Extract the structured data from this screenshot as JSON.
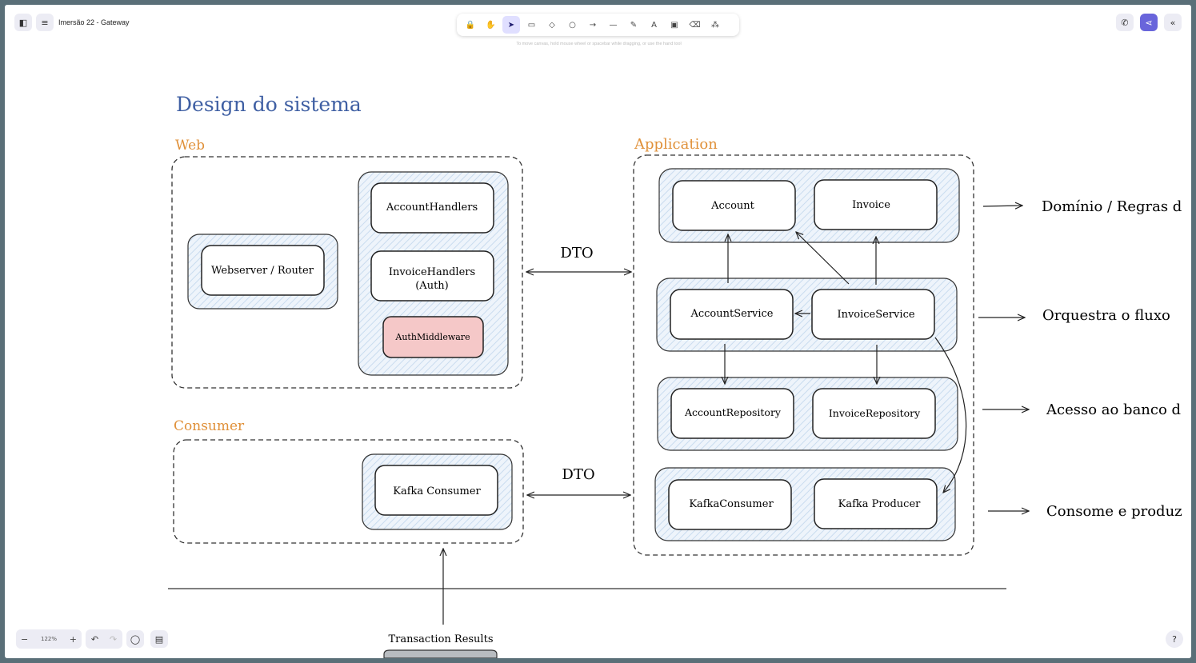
{
  "app": {
    "doc_title": "Imersão 22 - Gateway",
    "hint": "To move canvas, hold mouse wheel or spacebar while dragging, or use the hand tool",
    "zoom": "122%"
  },
  "toolbar": {
    "tools": [
      {
        "name": "lock-tool",
        "glyph": "🔒"
      },
      {
        "name": "hand-tool",
        "glyph": "✋"
      },
      {
        "name": "selection-tool",
        "glyph": "➤",
        "active": true
      },
      {
        "name": "rectangle-tool",
        "glyph": "▭"
      },
      {
        "name": "diamond-tool",
        "glyph": "◇"
      },
      {
        "name": "ellipse-tool",
        "glyph": "○"
      },
      {
        "name": "arrow-tool",
        "glyph": "→"
      },
      {
        "name": "line-tool",
        "glyph": "—"
      },
      {
        "name": "draw-tool",
        "glyph": "✎"
      },
      {
        "name": "text-tool",
        "glyph": "A"
      },
      {
        "name": "image-tool",
        "glyph": "▣"
      },
      {
        "name": "eraser-tool",
        "glyph": "⌫"
      },
      {
        "name": "extra-tools",
        "glyph": "⁂"
      }
    ]
  },
  "diagram": {
    "title": "Design do sistema",
    "sections": {
      "web": "Web",
      "application": "Application",
      "consumer": "Consumer"
    },
    "nodes": {
      "webserver": "Webserver / Router",
      "account_handlers": "AccountHandlers",
      "invoice_handlers_1": "InvoiceHandlers",
      "invoice_handlers_2": "(Auth)",
      "auth_middleware": "AuthMiddleware",
      "kafka_consumer_web": "Kafka Consumer",
      "account": "Account",
      "invoice": "Invoice",
      "account_service": "AccountService",
      "invoice_service": "InvoiceService",
      "account_repository": "AccountRepository",
      "invoice_repository": "InvoiceRepository",
      "kafka_consumer_app": "KafkaConsumer",
      "kafka_producer": "Kafka Producer"
    },
    "edge_labels": {
      "dto_top": "DTO",
      "dto_bottom": "DTO",
      "transaction_results": "Transaction Results"
    },
    "notes": {
      "domain": "Domínio / Regras d",
      "orchestrate": "Orquestra o fluxo",
      "db_access": "Acesso ao banco d",
      "consume": "Consome e produz"
    },
    "colors": {
      "title": "#3f5fa3",
      "section": "#e0913a",
      "auth_fill": "#f5c8c8",
      "group_fill": "#e3eef8"
    }
  }
}
